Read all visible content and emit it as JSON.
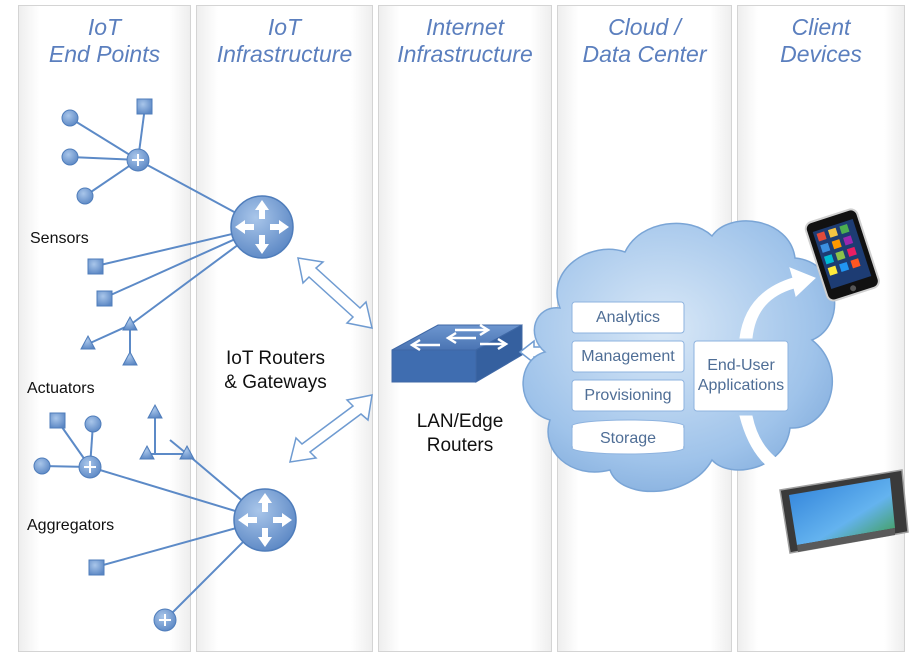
{
  "columns": [
    {
      "line1": "IoT",
      "line2": "End Points"
    },
    {
      "line1": "IoT",
      "line2": "Infrastructure"
    },
    {
      "line1": "Internet",
      "line2": "Infrastructure"
    },
    {
      "line1": "Cloud  /",
      "line2": "Data Center"
    },
    {
      "line1": "Client",
      "line2": "Devices"
    }
  ],
  "labels": {
    "sensors": "Sensors",
    "actuators": "Actuators",
    "aggregators": "Aggregators",
    "iot_routers_1": "IoT Routers",
    "iot_routers_2": "& Gateways",
    "lan_edge_1": "LAN/Edge",
    "lan_edge_2": "Routers"
  },
  "cloud": {
    "services": [
      "Analytics",
      "Management",
      "Provisioning",
      "Storage"
    ],
    "applications_line1": "End-User",
    "applications_line2": "Applications"
  },
  "colors": {
    "title": "#5b7fbe",
    "node_fill": "#6f9bd1",
    "line": "#5c8ac7",
    "cloud": "#8cb6e4"
  }
}
